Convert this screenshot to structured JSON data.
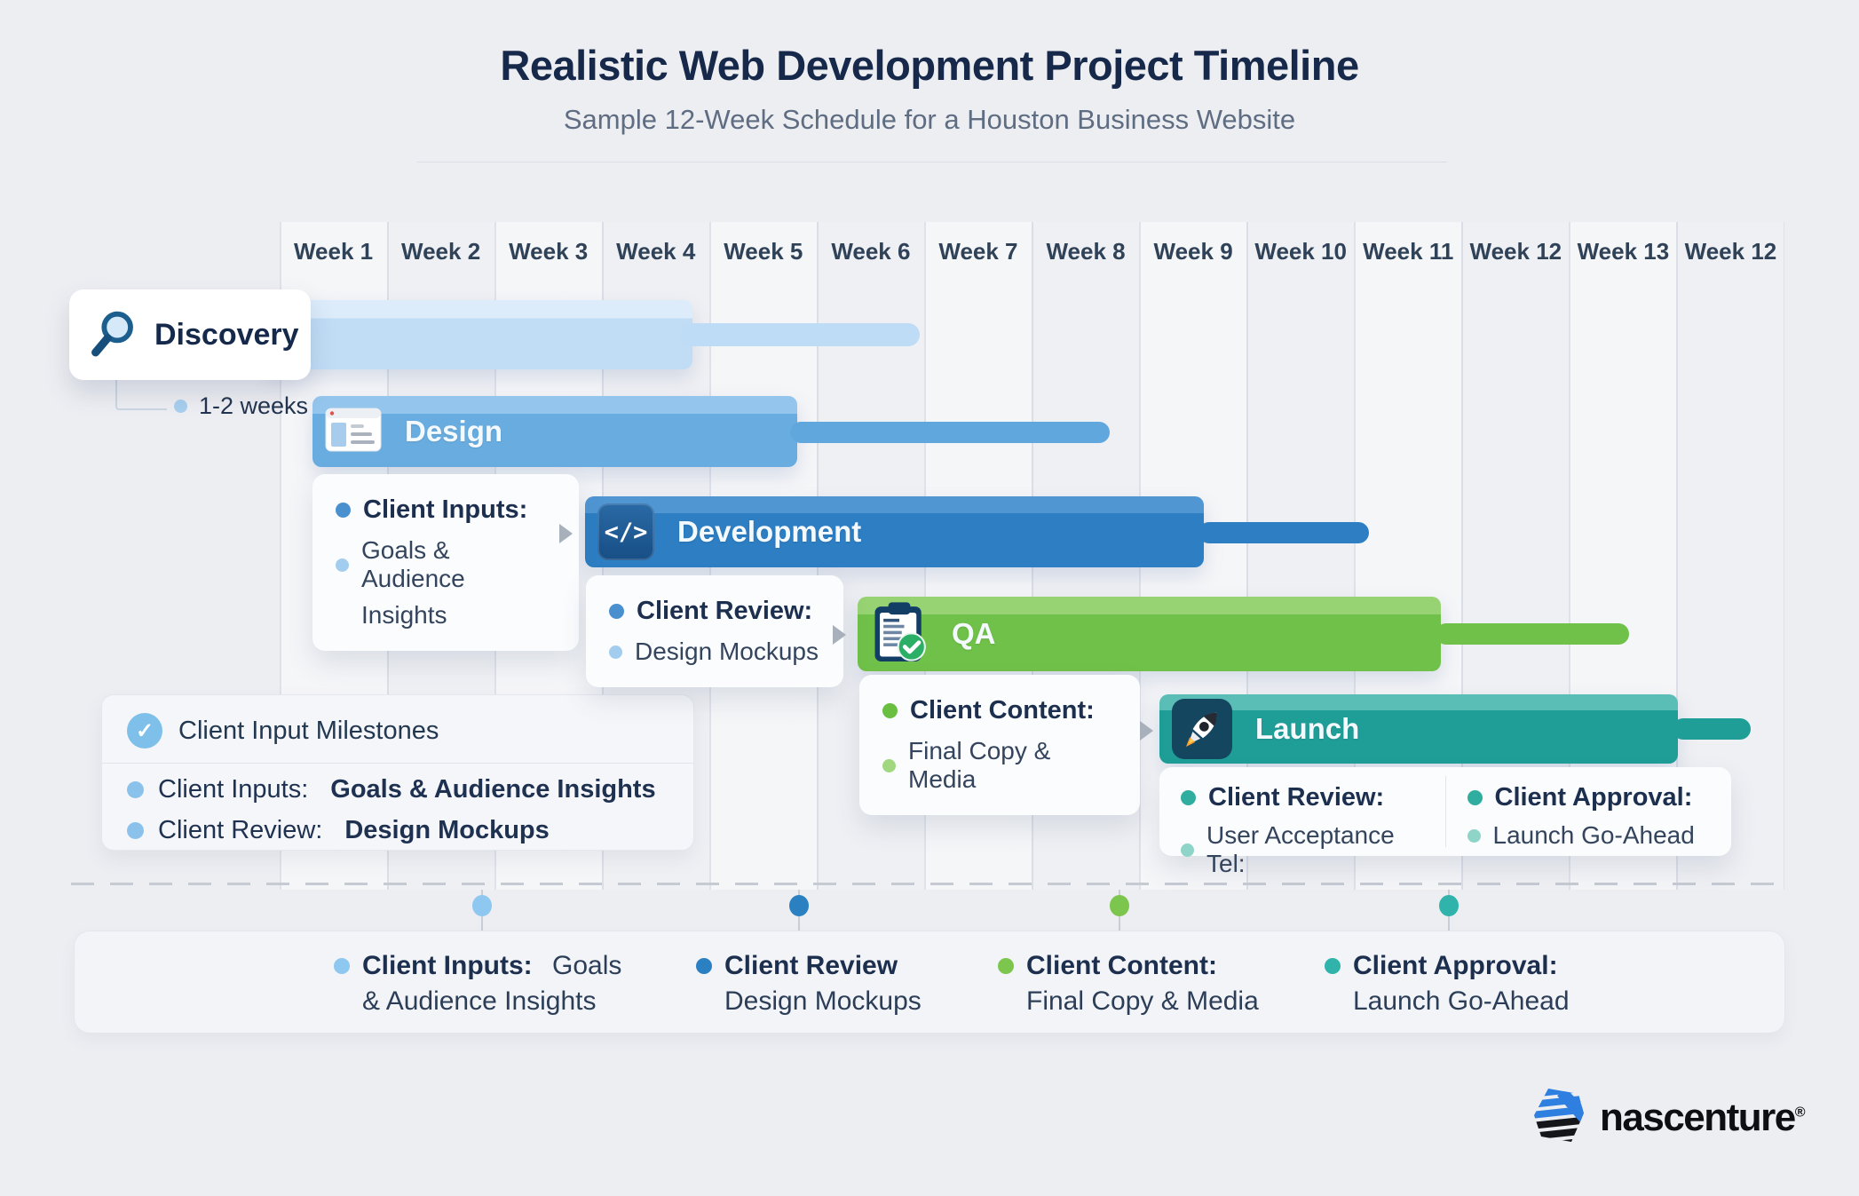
{
  "header": {
    "title": "Realistic Web Development Project Timeline",
    "subtitle": "Sample 12-Week Schedule for a Houston Business Website"
  },
  "weeks": [
    "Week 1",
    "Week 2",
    "Week 3",
    "Week 4",
    "Week 5",
    "Week 6",
    "Week 7",
    "Week 8",
    "Week 9",
    "Week 10",
    "Week 11",
    "Week 12",
    "Week 13",
    "Week 12"
  ],
  "phases": {
    "discovery": {
      "label": "Discovery",
      "duration": "1-2 weeks"
    },
    "design": {
      "label": "Design"
    },
    "development": {
      "label": "Development",
      "icon_text": "</>"
    },
    "qa": {
      "label": "QA"
    },
    "launch": {
      "label": "Launch"
    }
  },
  "callouts": {
    "design_inputs": {
      "title": "Client Inputs:",
      "line1": "Goals & Audience",
      "line2": "Insights"
    },
    "dev_review": {
      "title": "Client Review:",
      "line1": "Design Mockups"
    },
    "qa_content": {
      "title": "Client Content:",
      "line1": "Final Copy & Media"
    },
    "launch_review": {
      "title": "Client Review:",
      "line1": "User Acceptance Tel:"
    },
    "launch_approval": {
      "title": "Client Approval:",
      "line1": "Launch Go-Ahead"
    }
  },
  "legend": {
    "header": "Client Input Milestones",
    "items": [
      {
        "label": "Client Inputs:",
        "value": "Goals & Audience Insights"
      },
      {
        "label": "Client Review:",
        "value": "Design Mockups"
      }
    ]
  },
  "band": {
    "items": [
      {
        "label": "Client Inputs:",
        "rest": " Goals",
        "line2": "& Audience Insights",
        "color": "#8ec7ef"
      },
      {
        "label": "Client Review",
        "rest": "",
        "line2": "Design Mockups",
        "color": "#2b80c2"
      },
      {
        "label": "Client Content:",
        "rest": "",
        "line2": "Final Copy & Media",
        "color": "#7cc64e"
      },
      {
        "label": "Client Approval:",
        "rest": "",
        "line2": "Launch Go-Ahead",
        "color": "#2fb3ab"
      }
    ]
  },
  "brand": {
    "name": "nascenture",
    "reg": "®"
  },
  "colors": {
    "background": "#edeef2",
    "title_navy": "#17294a",
    "subtitle_gray": "#5f6d82",
    "discovery_bar": "#c0ddf5",
    "design_bar": "#69ade0",
    "development_bar": "#2d7ec3",
    "qa_bar": "#70c149",
    "launch_bar": "#1f9e98",
    "milestone_light_blue": "#8ec7ef",
    "milestone_blue": "#2b80c2",
    "milestone_green": "#7cc64e",
    "milestone_teal": "#2fb3ab"
  },
  "chart_data": {
    "type": "bar",
    "subtype": "gantt-timeline",
    "title": "Realistic Web Development Project Timeline",
    "subtitle": "Sample 12-Week Schedule for a Houston Business Website",
    "x_axis_labels": [
      "Week 1",
      "Week 2",
      "Week 3",
      "Week 4",
      "Week 5",
      "Week 6",
      "Week 7",
      "Week 8",
      "Week 9",
      "Week 10",
      "Week 11",
      "Week 12",
      "Week 13",
      "Week 12"
    ],
    "series": [
      {
        "name": "Discovery",
        "start_week": 1.0,
        "end_week": 4.8,
        "tail_end_week": 7.0,
        "color": "#c0ddf5",
        "duration_note": "1-2 weeks"
      },
      {
        "name": "Design",
        "start_week": 1.3,
        "end_week": 5.8,
        "tail_end_week": 8.7,
        "color": "#69ade0"
      },
      {
        "name": "Development",
        "start_week": 3.8,
        "end_week": 9.6,
        "tail_end_week": 11.1,
        "color": "#2d7ec3"
      },
      {
        "name": "QA",
        "start_week": 6.4,
        "end_week": 11.8,
        "tail_end_week": 13.6,
        "color": "#70c149"
      },
      {
        "name": "Launch",
        "start_week": 9.2,
        "end_week": 14.0,
        "tail_end_week": 14.7,
        "color": "#1f9e98"
      }
    ],
    "milestones": [
      {
        "week": 2.9,
        "label": "Client Inputs: Goals & Audience Insights",
        "color": "#8ec7ef"
      },
      {
        "week": 5.8,
        "label": "Client Review: Design Mockups",
        "color": "#2b80c2"
      },
      {
        "week": 8.8,
        "label": "Client Content: Final Copy & Media",
        "color": "#7cc64e"
      },
      {
        "week": 11.9,
        "label": "Client Approval: Launch Go-Ahead",
        "color": "#2fb3ab"
      }
    ],
    "legend_position": "bottom-left",
    "grid": true
  }
}
